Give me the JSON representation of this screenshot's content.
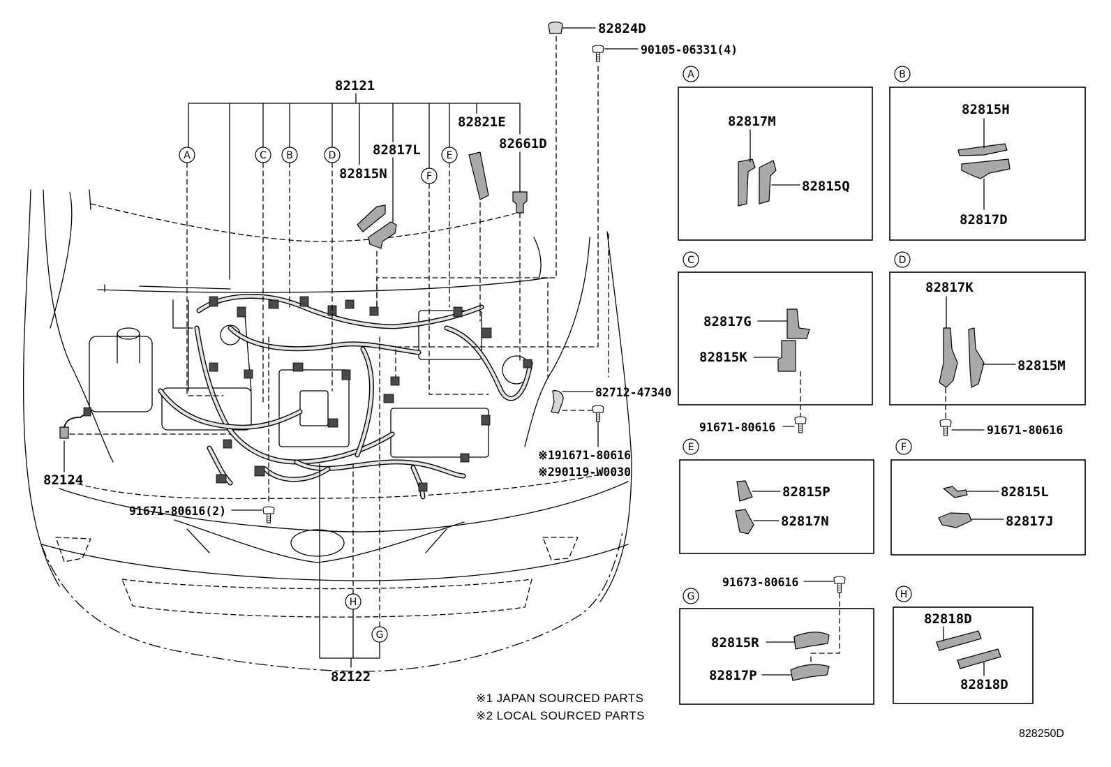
{
  "main_diagram": {
    "harness_top": "82121",
    "harness_bottom": "82122",
    "wire_left": "82124",
    "cap_top": "82824D",
    "bolt_top": "90105-06331(4)",
    "clamp_82821E": "82821E",
    "clamp_82661D": "82661D",
    "clamp_82817L": "82817L",
    "clamp_82815N": "82815N",
    "wire_right": "82712-47340",
    "bolt_note1": "※191671-80616",
    "bolt_note2": "※290119-W0030",
    "bolt_front": "91671-80616(2)"
  },
  "insets": [
    {
      "ref": "A",
      "parts": [
        "82817M",
        "82815Q"
      ]
    },
    {
      "ref": "B",
      "parts": [
        "82815H",
        "82817D"
      ]
    },
    {
      "ref": "C",
      "parts": [
        "82817G",
        "82815K"
      ],
      "bolt": "91671-80616"
    },
    {
      "ref": "D",
      "parts": [
        "82817K",
        "82815M"
      ],
      "bolt": "91671-80616"
    },
    {
      "ref": "E",
      "parts": [
        "82815P",
        "82817N"
      ]
    },
    {
      "ref": "F",
      "parts": [
        "82815L",
        "82817J"
      ]
    },
    {
      "ref": "G",
      "parts": [
        "82815R",
        "82817P"
      ],
      "bolt": "91673-80616"
    },
    {
      "ref": "H",
      "parts": [
        "82818D",
        "82818D"
      ]
    }
  ],
  "notes": [
    "※1 JAPAN SOURCED PARTS",
    "※2 LOCAL SOURCED PARTS"
  ],
  "illustration_code": "828250D"
}
